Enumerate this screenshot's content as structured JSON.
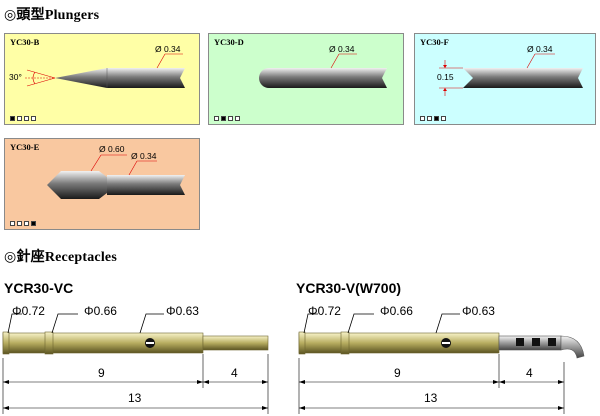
{
  "plungers": {
    "title": "◎頭型Plungers",
    "cards": [
      {
        "code": "YC30-B",
        "dims": [
          "Ø 0.34",
          "30°"
        ],
        "active": 0,
        "bg": "#ffffa6"
      },
      {
        "code": "YC30-D",
        "dims": [
          "Ø 0.34"
        ],
        "active": 1,
        "bg": "#ccffcc"
      },
      {
        "code": "YC30-F",
        "dims": [
          "Ø 0.34",
          "0.15"
        ],
        "active": 2,
        "bg": "#ccffff"
      },
      {
        "code": "YC30-E",
        "dims": [
          "Ø 0.60",
          "Ø 0.34"
        ],
        "active": 3,
        "bg": "#f9c8a0"
      }
    ]
  },
  "receptacles": {
    "title": "◎針座Receptacles",
    "items": [
      {
        "model": "YCR30-VC",
        "diameters": [
          "Φ0.72",
          "Φ0.66",
          "Φ0.63"
        ],
        "lengths": [
          "9",
          "4",
          "13"
        ]
      },
      {
        "model": "YCR30-V(W700)",
        "diameters": [
          "Φ0.72",
          "Φ0.66",
          "Φ0.63"
        ],
        "lengths": [
          "9",
          "4",
          "13"
        ]
      }
    ]
  }
}
